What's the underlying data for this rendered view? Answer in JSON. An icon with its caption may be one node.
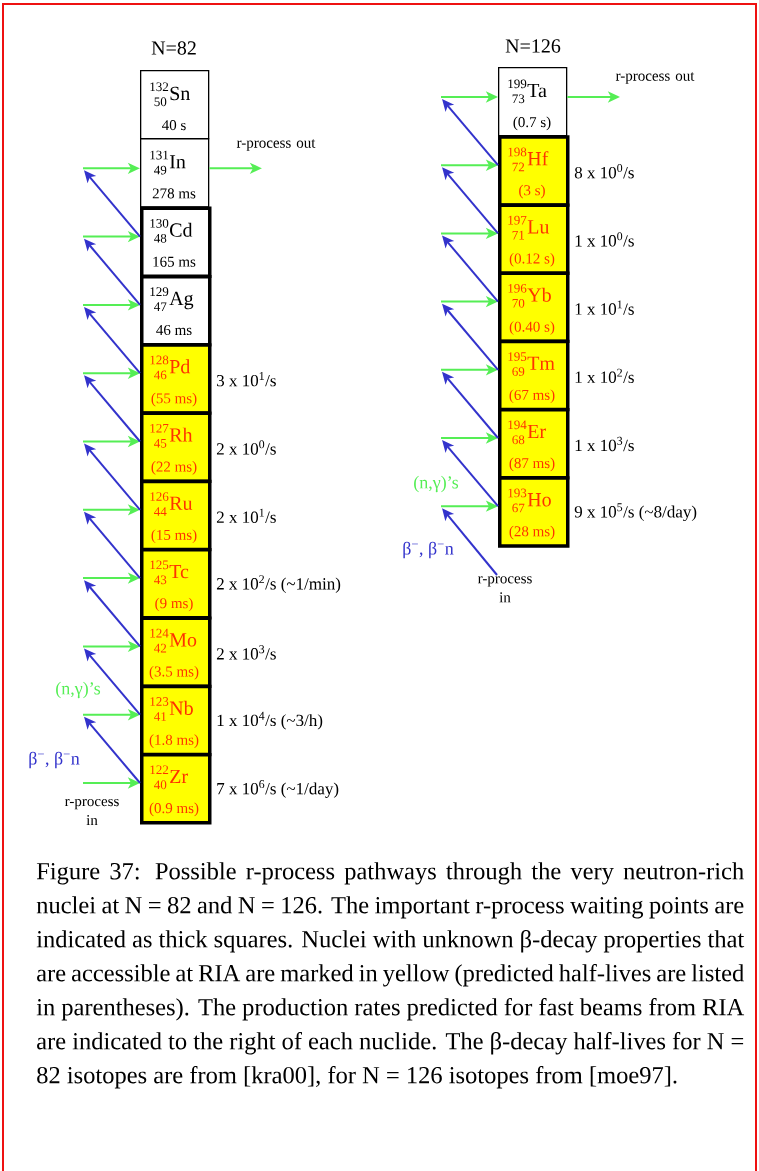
{
  "diagram": {
    "caption": "Figure 37: Possible r-process pathways through the very neutron-rich nuclei at N = 82 and N = 126. The important r-process waiting points are indicated as thick squares. Nuclei with unknown β-decay properties that are accessible at RIA are marked in yellow (predicted half-lives are listed in parentheses). The production rates predicted for fast beams from RIA are indicated to the right of each nuclide. The β-decay half-lives for N = 82 isotopes are from [kra00], for N = 126 isotopes from [moe97].",
    "nodes": [
      {
        "text": [
          "132",
          "50",
          "Sn",
          "40 s"
        ]
      },
      {
        "text": [
          "131",
          "49",
          "In",
          "278 ms"
        ]
      },
      {
        "text": [
          "130",
          "48",
          "Cd",
          "165 ms"
        ]
      },
      {
        "text": [
          "129",
          "47",
          "Ag",
          "46 ms"
        ]
      },
      {
        "text": [
          "128",
          "46",
          "Pd",
          "(55 ms)"
        ],
        "beside": [
          "3 x 10$^{1}$/s"
        ]
      },
      {
        "text": [
          "127",
          "45",
          "Rh",
          "(22 ms)"
        ],
        "beside": [
          "2 x 10$^{0}$/s"
        ]
      },
      {
        "text": [
          "126",
          "44",
          "Ru",
          "(15 ms)"
        ],
        "beside": [
          "2 x 10$^{1}$/s"
        ]
      },
      {
        "text": [
          "125",
          "43",
          "Tc",
          "(9 ms)"
        ],
        "beside": [
          "2 x 10$^{2}$/s (~1/min)"
        ]
      },
      {
        "text": [
          "124",
          "42",
          "Mo",
          "(3.5 ms)"
        ],
        "beside": [
          "2 x 10$^{3}$/s"
        ]
      },
      {
        "text": [
          "123",
          "41",
          "Nb",
          "(1.8 ms)"
        ],
        "beside": [
          "1 x 10$^{4}$/s (~3/h)"
        ]
      },
      {
        "text": [
          "122",
          "40",
          "Zr",
          "(0.9 ms)"
        ],
        "beside": [
          "7 x 10$^{6}$/s (~1/day)"
        ]
      },
      {
        "text": [
          "199",
          "73",
          "Ta",
          "(0.7 s)"
        ]
      },
      {
        "text": [
          "198",
          "72",
          "Hf",
          "(3 s)"
        ],
        "beside": [
          "8 x 10$^{0}$/s"
        ]
      },
      {
        "text": [
          "197",
          "71",
          "Lu",
          "(0.12 s)"
        ],
        "beside": [
          "1 x 10$^{0}$/s"
        ]
      },
      {
        "text": [
          "196",
          "70",
          "Yb",
          "(0.40 s)"
        ],
        "beside": [
          "1 x 10$^{1}$/s"
        ]
      },
      {
        "text": [
          "195",
          "69",
          "Tm",
          "(67 ms)"
        ],
        "beside": [
          "1 x 10$^{2}$/s"
        ]
      },
      {
        "text": [
          "194",
          "68",
          "Er",
          "(87 ms)"
        ],
        "beside": [
          "1 x 10$^{3}$/s"
        ]
      },
      {
        "text": [
          "193",
          "67",
          "Ho",
          "(28 ms)"
        ],
        "beside": [
          "9 x 10$^{5}$/s (~8/day)"
        ]
      },
      {
        "text": [
          "r-process in"
        ]
      }
    ],
    "edges": [
      {
        "from": null,
        "to": 1,
        "arrow": "to"
      },
      {
        "from": null,
        "to": 2,
        "arrow": "to"
      },
      {
        "from": null,
        "to": 3,
        "arrow": "to"
      },
      {
        "from": null,
        "to": 4,
        "arrow": "to"
      },
      {
        "from": null,
        "to": 5,
        "arrow": "to"
      },
      {
        "from": null,
        "to": 6,
        "arrow": "to"
      },
      {
        "from": null,
        "to": 7,
        "arrow": "to"
      },
      {
        "from": null,
        "to": 8,
        "arrow": "to"
      },
      {
        "from": null,
        "to": 9,
        "arrow": "to"
      },
      {
        "from": null,
        "to": 10,
        "arrow": "to",
        "label": "r-process in"
      },
      {
        "from": 2,
        "to": null,
        "arrow": "to",
        "color": "#3333cc"
      },
      {
        "from": 3,
        "to": null,
        "arrow": "to",
        "color": "#3333cc"
      },
      {
        "from": 4,
        "to": null,
        "arrow": "to",
        "color": "#3333cc"
      },
      {
        "from": 5,
        "to": null,
        "arrow": "to",
        "color": "#3333cc"
      },
      {
        "from": 6,
        "to": null,
        "arrow": "to",
        "color": "#3333cc"
      },
      {
        "from": 7,
        "to": null,
        "arrow": "to",
        "color": "#3333cc"
      },
      {
        "from": 8,
        "to": null,
        "arrow": "to",
        "color": "#3333cc"
      },
      {
        "from": 9,
        "to": null,
        "arrow": "to",
        "color": "#3333cc"
      },
      {
        "from": 10,
        "to": null,
        "arrow": "to",
        "color": "#3333cc"
      },
      {
        "from": 1,
        "to": null,
        "arrow": "to",
        "label": "r-process out"
      },
      {
        "from": null,
        "to": 11,
        "arrow": "to"
      },
      {
        "from": null,
        "to": 12,
        "arrow": "to"
      },
      {
        "from": null,
        "to": 13,
        "arrow": "to"
      },
      {
        "from": null,
        "to": 14,
        "arrow": "to"
      },
      {
        "from": null,
        "to": 15,
        "arrow": "to"
      },
      {
        "from": null,
        "to": 16,
        "arrow": "to"
      },
      {
        "from": null,
        "to": 17,
        "arrow": "to"
      },
      {
        "from": 12,
        "to": null,
        "arrow": "to",
        "color": "#3333cc"
      },
      {
        "from": 13,
        "to": null,
        "arrow": "to",
        "color": "#3333cc"
      },
      {
        "from": 14,
        "to": null,
        "arrow": "to",
        "color": "#3333cc"
      },
      {
        "from": 15,
        "to": null,
        "arrow": "to",
        "color": "#3333cc"
      },
      {
        "from": 16,
        "to": null,
        "arrow": "to",
        "color": "#3333cc"
      },
      {
        "from": 17,
        "to": null,
        "arrow": "to",
        "color": "#3333cc"
      },
      {
        "from": 11,
        "to": null,
        "arrow": "to",
        "label": "r-process out"
      },
      {
        "from": 18,
        "to": null,
        "arrow": "to",
        "color": "#3333cc"
      }
    ],
    "labels": [
      "N=82",
      "N=126",
      "(n,γ)’s",
      "β$^{−}$, β$^{−}$n",
      "(n,γ)’s",
      "β$^{−}$, β$^{−}$n"
    ]
  }
}
